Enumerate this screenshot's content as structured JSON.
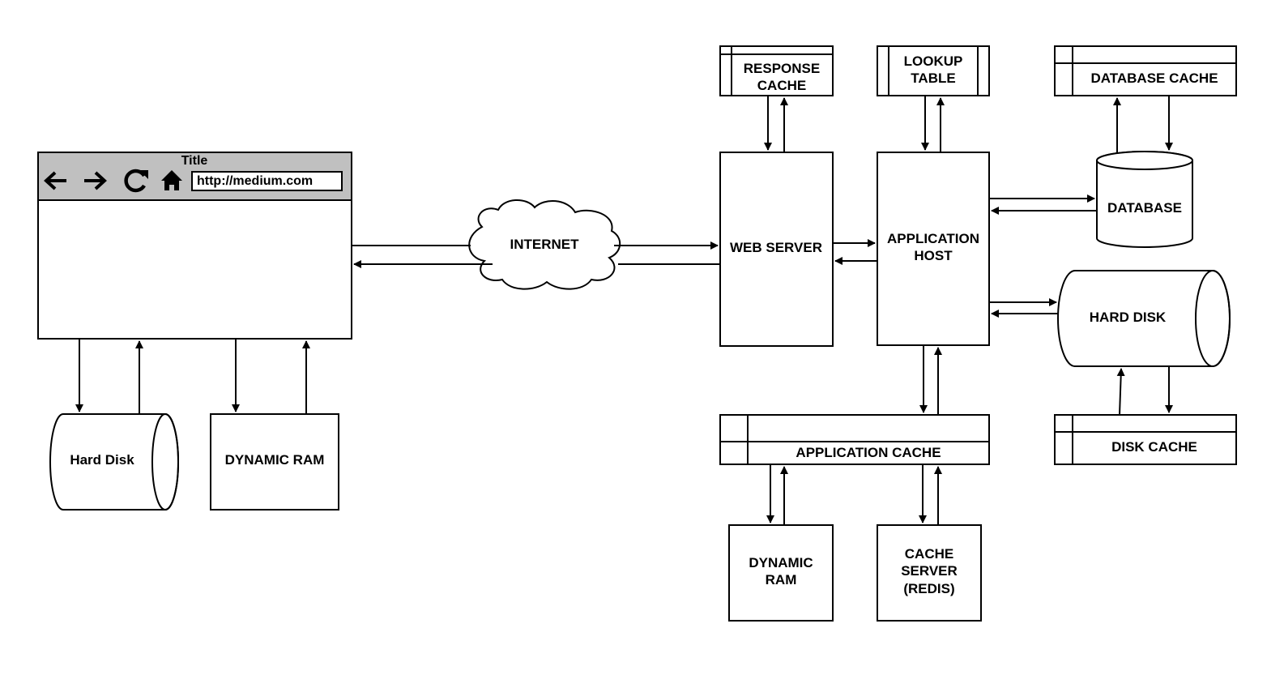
{
  "browser": {
    "title": "Title",
    "url": "http://medium.com",
    "icons": [
      "back-arrow-icon",
      "forward-arrow-icon",
      "reload-icon",
      "home-icon"
    ],
    "toolbar_color": "#c0c0c0"
  },
  "client": {
    "hard_disk": "Hard Disk",
    "dynamic_ram": "DYNAMIC RAM"
  },
  "internet": {
    "label": "INTERNET"
  },
  "server": {
    "web_server": "WEB SERVER",
    "response_cache": [
      "RESPONSE",
      "CACHE"
    ],
    "lookup_table": [
      "LOOKUP",
      "TABLE"
    ],
    "application_host": [
      "APPLICATION",
      "HOST"
    ],
    "database_cache": "DATABASE CACHE",
    "database": "DATABASE",
    "hard_disk": "HARD DISK",
    "disk_cache": "DISK CACHE",
    "application_cache": "APPLICATION CACHE",
    "dynamic_ram": [
      "DYNAMIC",
      "RAM"
    ],
    "cache_server": [
      "CACHE",
      "SERVER",
      "(REDIS)"
    ]
  }
}
